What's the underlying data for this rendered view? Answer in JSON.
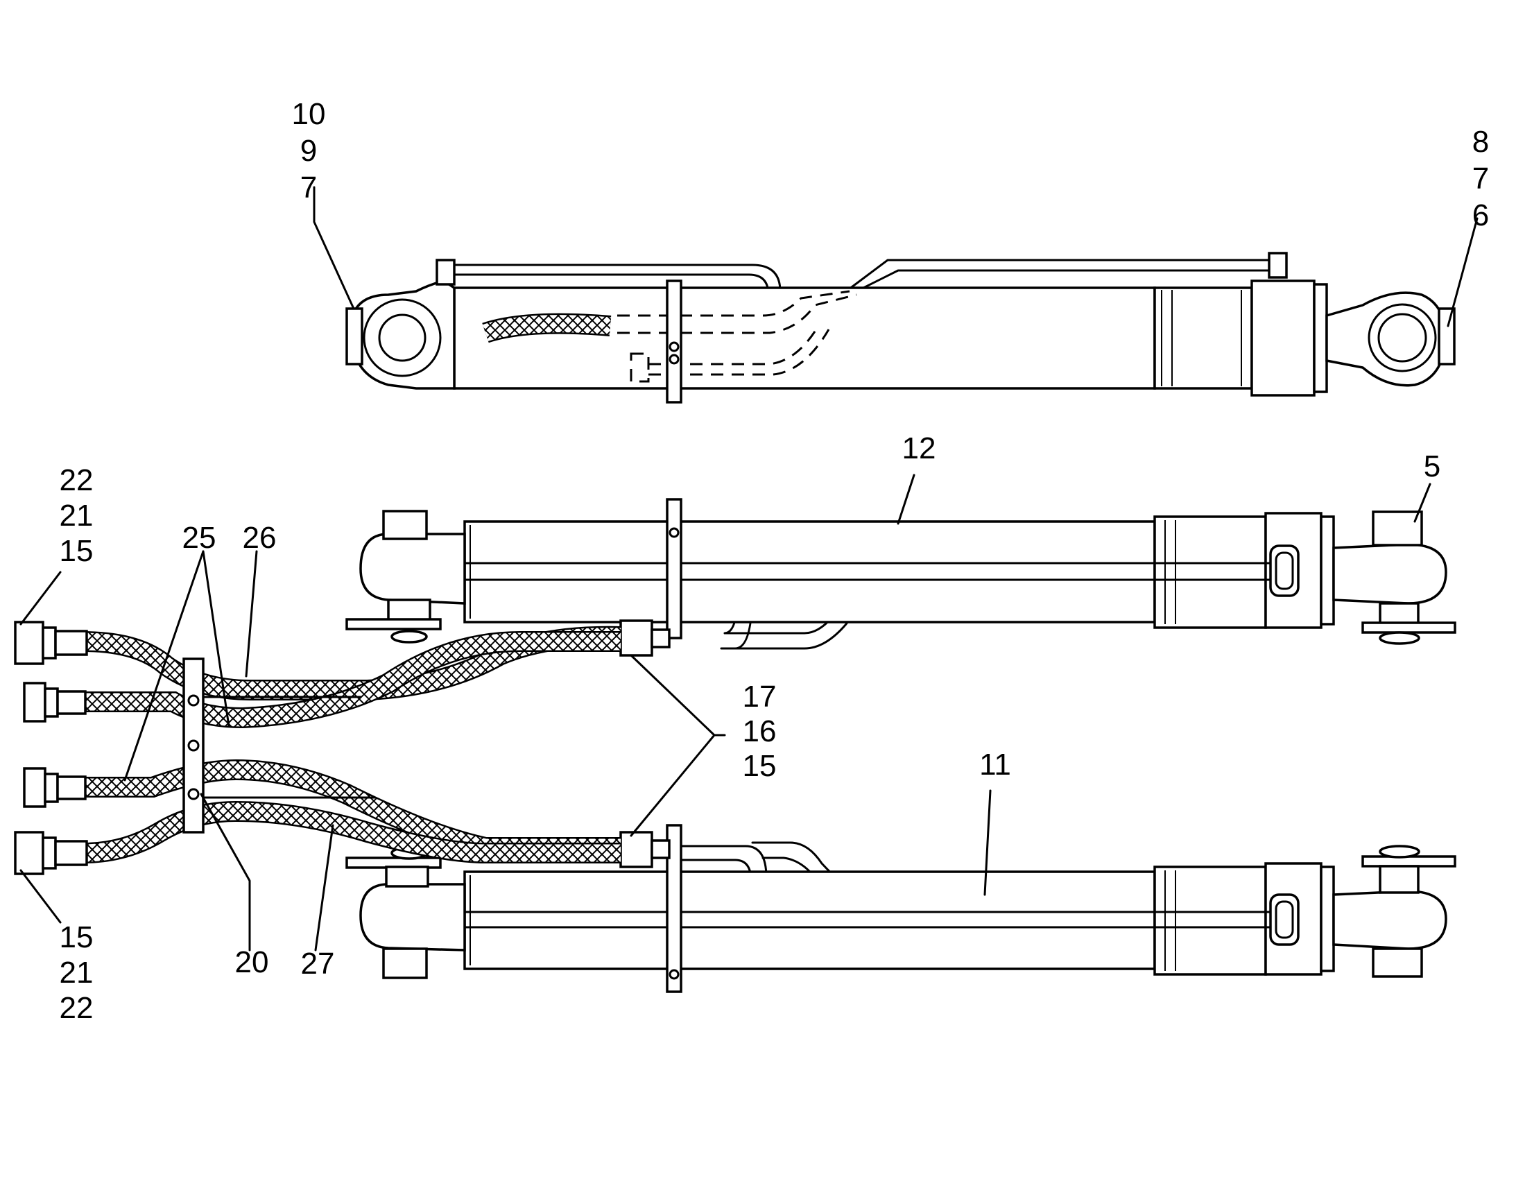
{
  "diagram": {
    "views": [
      "top-view-cylinder",
      "upper-cylinder",
      "lower-cylinder"
    ],
    "callouts": {
      "top_left_stack": [
        "10",
        "9",
        "7"
      ],
      "top_right_stack": [
        "8",
        "7",
        "6"
      ],
      "upper_cylinder_12": "12",
      "upper_cylinder_5": "5",
      "left_upper_stack": [
        "22",
        "21",
        "15"
      ],
      "hose_25": "25",
      "hose_26": "26",
      "middle_stack": [
        "17",
        "16",
        "15"
      ],
      "lower_cylinder_11": "11",
      "left_lower_stack": [
        "15",
        "21",
        "22"
      ],
      "bracket_20": "20",
      "hose_27": "27"
    }
  }
}
